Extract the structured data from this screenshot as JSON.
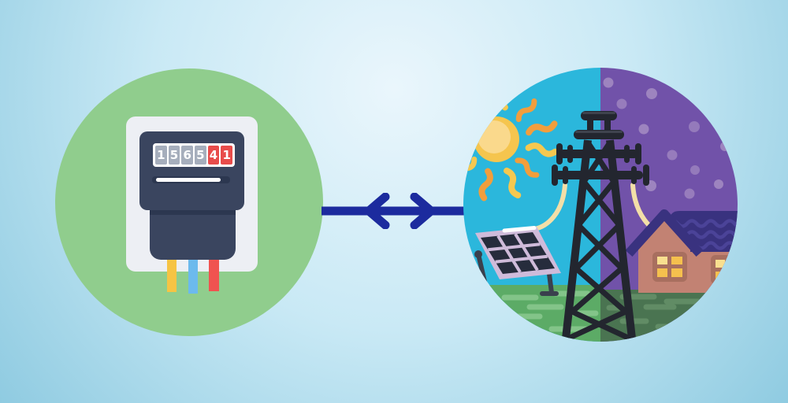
{
  "illustration": {
    "title": "net metering concept",
    "left_scene": "electric meter on green circle",
    "center": "bidirectional arrow",
    "right_scene": "day-night scene with sun, solar panel, transmission tower and house"
  },
  "meter": {
    "reading": "156541",
    "cells": [
      {
        "value": "1",
        "style": "gray"
      },
      {
        "value": "5",
        "style": "gray"
      },
      {
        "value": "6",
        "style": "gray"
      },
      {
        "value": "5",
        "style": "gray"
      },
      {
        "value": "4",
        "style": "red"
      },
      {
        "value": "1",
        "style": "red"
      }
    ]
  },
  "colors": {
    "bg-center": "#EAF6FC",
    "bg-mid": "#C9E9F5",
    "bg-edge": "#8FCBE1",
    "circle-green": "#90CD8D",
    "meter-plate": "#EDEFF4",
    "meter-navy": "#3A455F",
    "meter-navy-dark": "#2C3750",
    "digit-gray": "#A6AEBC",
    "digit-red": "#E84C4B",
    "wire-yellow": "#F6C444",
    "wire-blue": "#6CBAED",
    "wire-red": "#F05350",
    "arrow-navy": "#1C2B9E",
    "sky-day": "#2BB7DC",
    "sky-night": "#7152A9",
    "star": "#9D84BF",
    "sun-outer": "#F5C54E",
    "sun-inner": "#FAD98C",
    "ray-orange": "#F29E3C",
    "ray-yellow": "#F6C84F",
    "tower-dark": "#23262F",
    "tower-light": "#3F434E",
    "line-cream": "#F3DFA8",
    "panel-frame": "#CFBBDA",
    "panel-cell": "#262C3C",
    "panel-leg": "#3A404D",
    "grass-day": "#5CAB66",
    "grass-day-light": "#83C489",
    "grass-night": "#4A7451",
    "grass-night-light": "#618C65",
    "house-wall": "#C28273",
    "house-roof": "#39327F",
    "roof-wave": "#4B4398",
    "window-frame": "#A86F5F",
    "window-pane": "#F5C04E",
    "window-pane-light": "#F9DF8F"
  }
}
